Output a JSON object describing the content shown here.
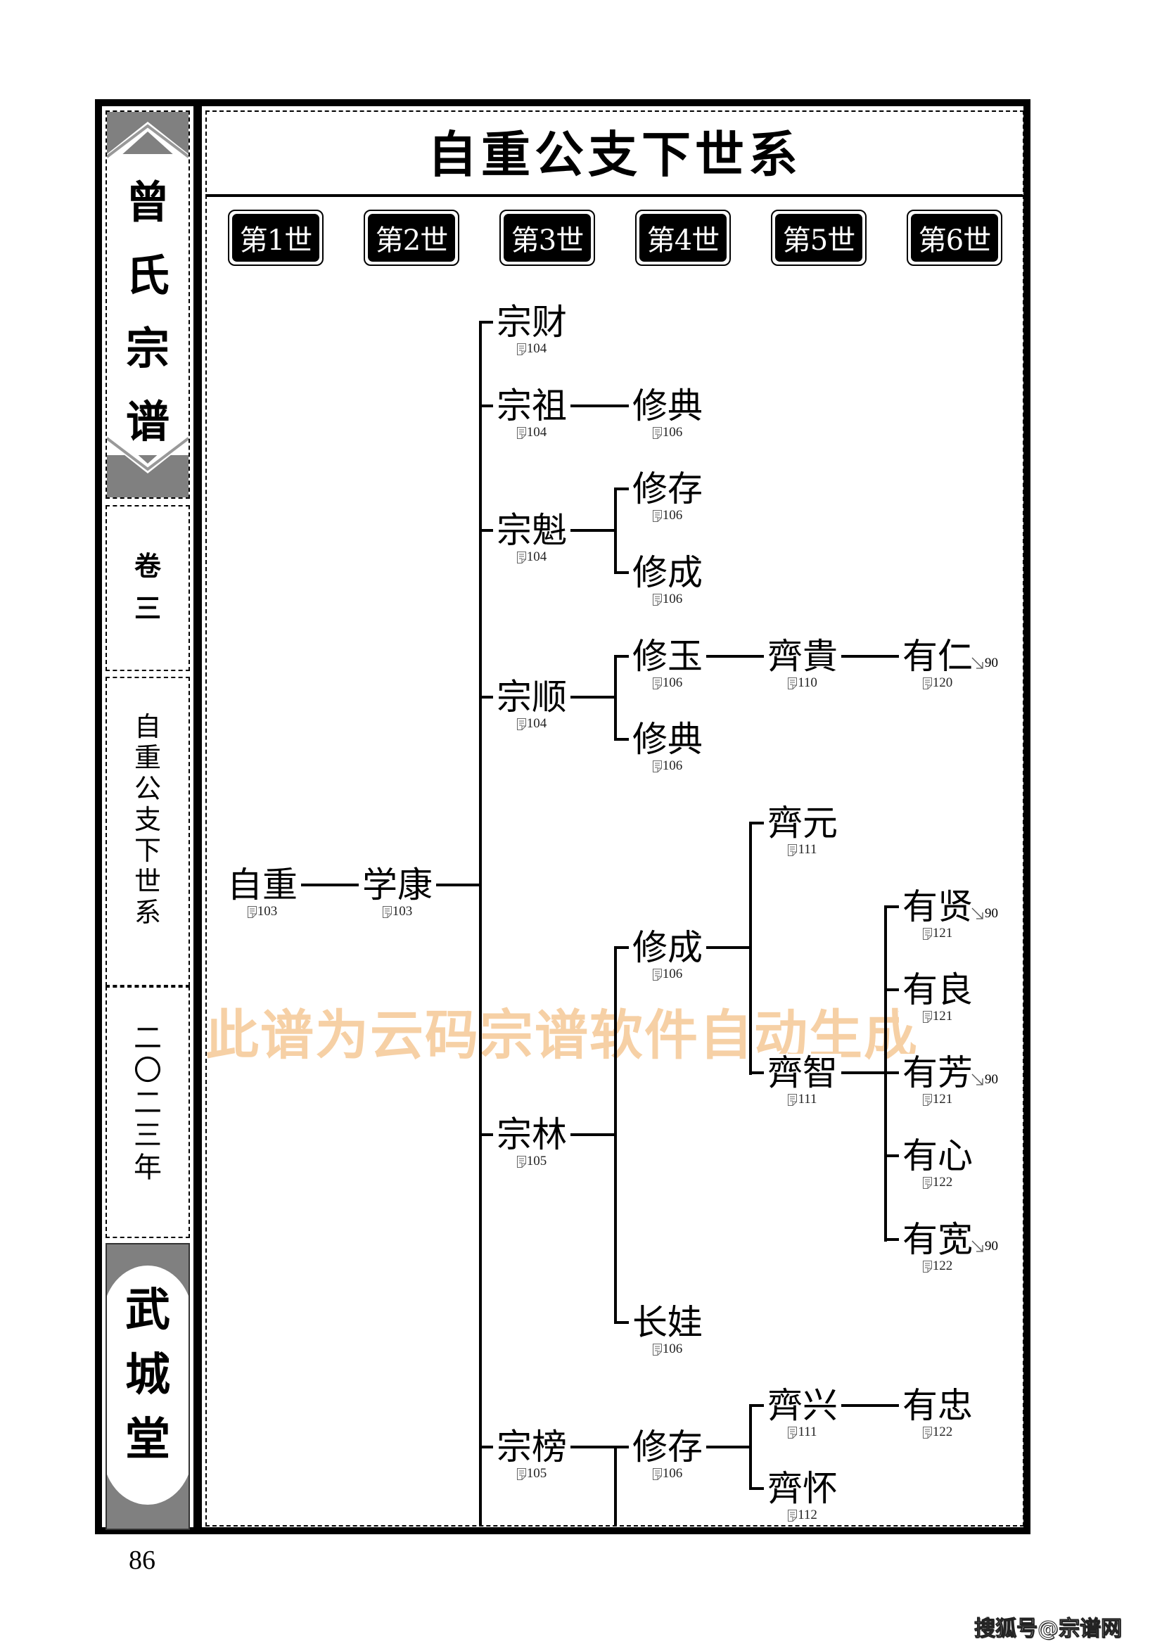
{
  "sidebar": {
    "book_title": [
      "曾",
      "氏",
      "宗",
      "谱"
    ],
    "volume": [
      "卷",
      "三"
    ],
    "branch": [
      "自",
      "重",
      "公",
      "支",
      "下",
      "世",
      "系"
    ],
    "year": [
      "二",
      "〇",
      "二",
      "三",
      "年"
    ],
    "hall_name": [
      "武",
      "城",
      "堂"
    ]
  },
  "page": {
    "title": "自重公支下世系",
    "page_number": "86",
    "watermark": "此谱为云码宗谱软件自动生成",
    "source_mark": "搜狐号@宗谱网"
  },
  "generations": [
    "第1世",
    "第2世",
    "第3世",
    "第4世",
    "第5世",
    "第6世"
  ],
  "tree": {
    "nodes": [
      {
        "id": "n1",
        "name": "自重",
        "ref": "103",
        "gen": 1
      },
      {
        "id": "n2",
        "name": "学康",
        "ref": "103",
        "gen": 2
      },
      {
        "id": "n3",
        "name": "宗财",
        "ref": "104",
        "gen": 3
      },
      {
        "id": "n4",
        "name": "宗祖",
        "ref": "104",
        "gen": 3
      },
      {
        "id": "n5",
        "name": "修典",
        "ref": "106",
        "gen": 4
      },
      {
        "id": "n6",
        "name": "宗魁",
        "ref": "104",
        "gen": 3
      },
      {
        "id": "n7",
        "name": "修存",
        "ref": "106",
        "gen": 4
      },
      {
        "id": "n8",
        "name": "修成",
        "ref": "106",
        "gen": 4
      },
      {
        "id": "n9",
        "name": "宗顺",
        "ref": "104",
        "gen": 3
      },
      {
        "id": "n10",
        "name": "修玉",
        "ref": "106",
        "gen": 4
      },
      {
        "id": "n11",
        "name": "齊貴",
        "ref": "110",
        "gen": 5
      },
      {
        "id": "n12",
        "name": "有仁",
        "ref": "120",
        "gen": 6,
        "jump": "90"
      },
      {
        "id": "n13",
        "name": "修典",
        "ref": "106",
        "gen": 4
      },
      {
        "id": "n14",
        "name": "宗林",
        "ref": "105",
        "gen": 3
      },
      {
        "id": "n15",
        "name": "修成",
        "ref": "106",
        "gen": 4
      },
      {
        "id": "n16",
        "name": "齊元",
        "ref": "111",
        "gen": 5
      },
      {
        "id": "n17",
        "name": "齊智",
        "ref": "111",
        "gen": 5
      },
      {
        "id": "n18",
        "name": "有贤",
        "ref": "121",
        "gen": 6,
        "jump": "90"
      },
      {
        "id": "n19",
        "name": "有良",
        "ref": "121",
        "gen": 6
      },
      {
        "id": "n20",
        "name": "有芳",
        "ref": "121",
        "gen": 6,
        "jump": "90"
      },
      {
        "id": "n21",
        "name": "有心",
        "ref": "122",
        "gen": 6
      },
      {
        "id": "n22",
        "name": "有宽",
        "ref": "122",
        "gen": 6,
        "jump": "90"
      },
      {
        "id": "n23",
        "name": "长娃",
        "ref": "106",
        "gen": 4
      },
      {
        "id": "n24",
        "name": "宗榜",
        "ref": "105",
        "gen": 3
      },
      {
        "id": "n25",
        "name": "修存",
        "ref": "106",
        "gen": 4
      },
      {
        "id": "n26",
        "name": "齊兴",
        "ref": "111",
        "gen": 5
      },
      {
        "id": "n27",
        "name": "有忠",
        "ref": "122",
        "gen": 6
      },
      {
        "id": "n28",
        "name": "齊怀",
        "ref": "112",
        "gen": 5
      }
    ]
  },
  "icons": {
    "ref_icon": "document-page-icon",
    "jump_icon": "arrow-down-right-icon"
  },
  "colors": {
    "frame": "#000000",
    "sidebar_band": "#808080",
    "watermark": "#f5c896"
  }
}
